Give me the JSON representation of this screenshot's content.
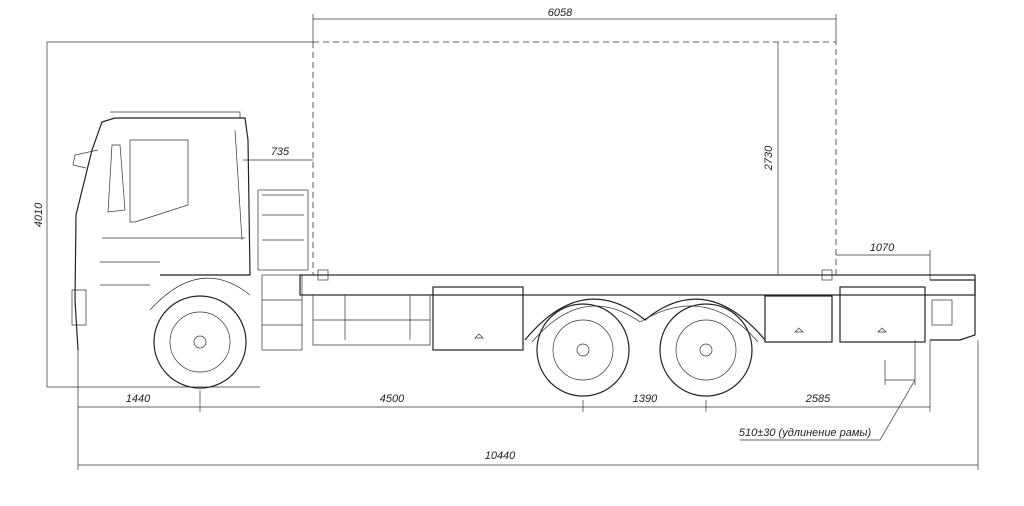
{
  "drawing": {
    "dimensions": {
      "body_length": "6058",
      "cab_gap": "735",
      "body_height": "2730",
      "total_height": "4010",
      "rear_overhang_body": "1070",
      "front_overhang": "1440",
      "wheelbase": "4500",
      "rear_axle_spacing": "1390",
      "rear_overhang": "2585",
      "frame_extension": "510±30 (удлинение рамы)",
      "total_length": "10440"
    }
  }
}
